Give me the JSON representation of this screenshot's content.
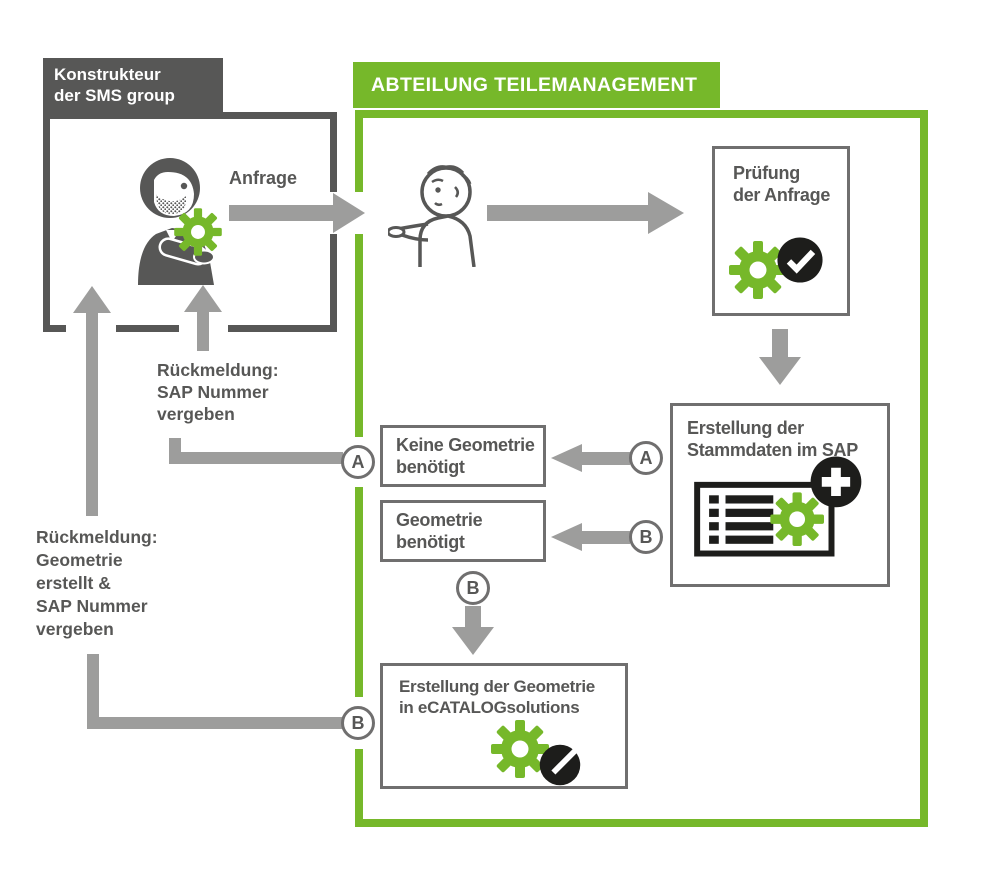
{
  "colors": {
    "green": "#76b82a",
    "dark_gray": "#575756",
    "arrow_gray": "#9d9d9c",
    "box_border_gray": "#706f6f",
    "icon_black": "#1d1d1b"
  },
  "konstrukteur": {
    "title_line1": "Konstrukteur",
    "title_line2": "der SMS group"
  },
  "abteilung": {
    "title": "ABTEILUNG TEILEMANAGEMENT"
  },
  "anfrage_label": "Anfrage",
  "boxes": {
    "pruefung": [
      "Prüfung",
      "der Anfrage"
    ],
    "stammdaten": [
      "Erstellung der",
      "Stammdaten im SAP"
    ],
    "keine_geometrie": [
      "Keine Geometrie",
      "benötigt"
    ],
    "geometrie": [
      "Geometrie",
      "benötigt"
    ],
    "ecatalog": [
      "Erstellung der Geometrie",
      "in eCATALOGsolutions"
    ]
  },
  "notes": {
    "sap": [
      "Rückmeldung:",
      "SAP Nummer",
      "vergeben"
    ],
    "geo": [
      "Rückmeldung:",
      "Geometrie",
      "erstellt &",
      "SAP Nummer",
      "vergeben"
    ]
  },
  "branches": {
    "a": "A",
    "b": "B"
  },
  "icons": [
    "gear",
    "check-circle",
    "plus-circle",
    "wrench-circle",
    "sap-record-card",
    "engineer-person",
    "clerk-person"
  ]
}
